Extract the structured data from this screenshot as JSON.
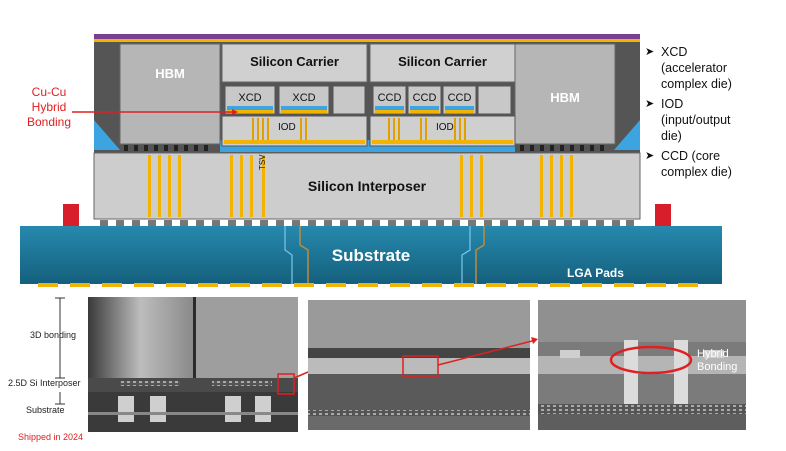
{
  "diagram": {
    "hbm_left": "HBM",
    "hbm_right": "HBM",
    "silicon_carrier_left": "Silicon Carrier",
    "silicon_carrier_right": "Silicon Carrier",
    "xcd_1": "XCD",
    "xcd_2": "XCD",
    "ccd_1": "CCD",
    "ccd_2": "CCD",
    "ccd_3": "CCD",
    "iod_left": "IOD",
    "iod_right": "IOD",
    "tsv": "TSV",
    "silicon_interposer": "Silicon Interposer",
    "substrate": "Substrate",
    "lga_pads": "LGA Pads",
    "cu_cu_label": "Cu-Cu\nHybrid\nBonding"
  },
  "legend": {
    "items": [
      "XCD\n(accelerator\ncomplex die)",
      "IOD\n(input/output\ndie)",
      "CCD (core\ncomplex die)"
    ]
  },
  "micrograph": {
    "label_3d": "3D bonding",
    "label_interposer": "2.5D Si Interposer",
    "label_substrate": "Substrate",
    "shipped": "Shipped in 2024",
    "hybrid_bonding": "Hybrid\nBonding"
  },
  "colors": {
    "purple_top": "#7a3f8f",
    "yellow_layer": "#f2b400",
    "gray_block": "#b8b8b8",
    "teal_substrate": "#1d7a9a",
    "blue_underfill": "#3ca4e0",
    "red_label": "#e02020"
  }
}
